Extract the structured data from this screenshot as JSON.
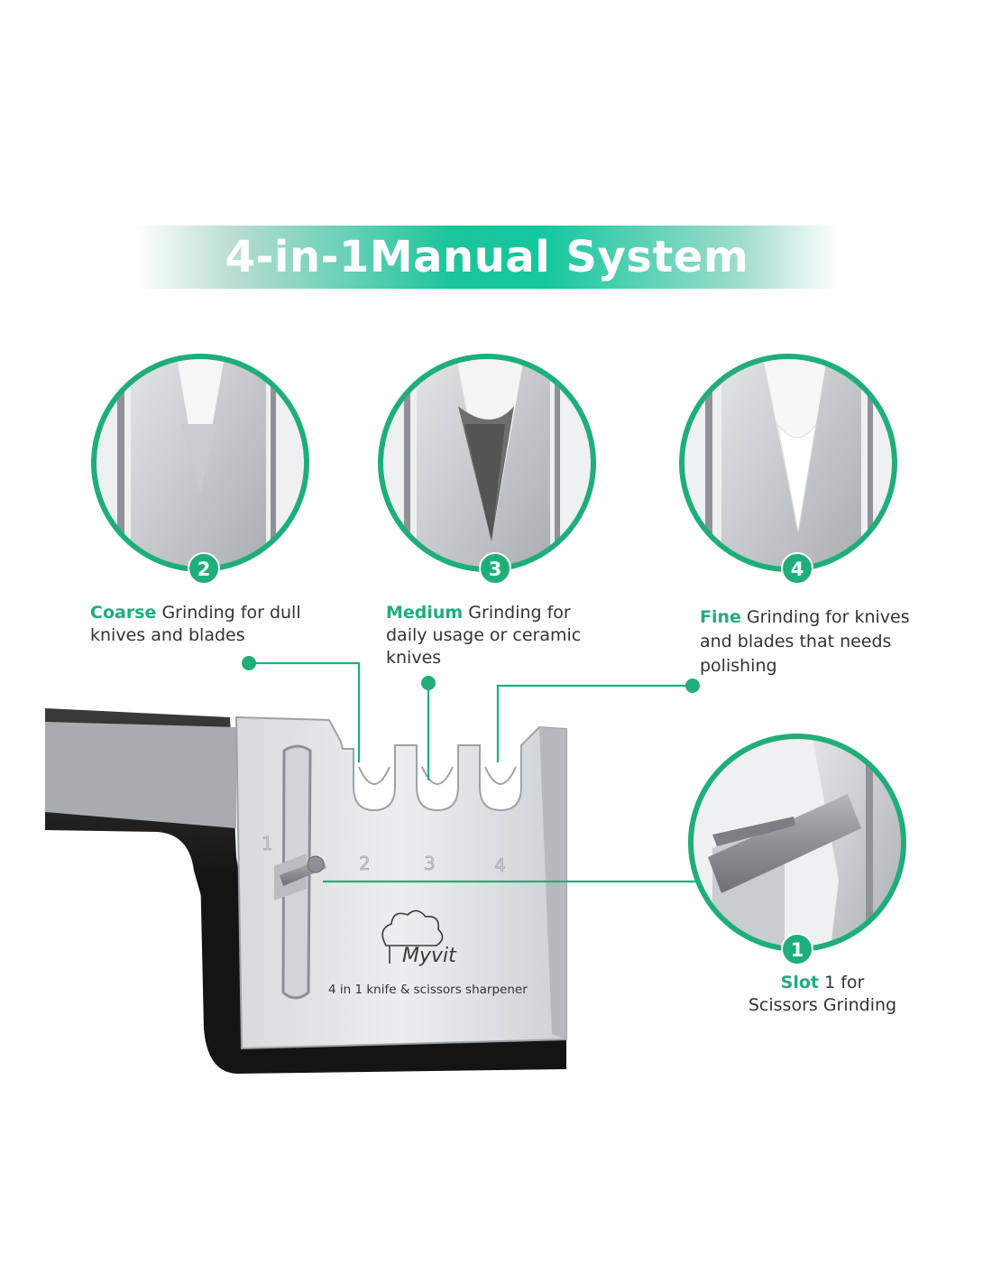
{
  "banner": {
    "title": "4-in-1Manual System"
  },
  "slots": [
    {
      "number": "2",
      "keyword": "Coarse",
      "text": "Grinding for dull\nknives and blades"
    },
    {
      "number": "3",
      "keyword": "Medium",
      "text": "Grinding for\ndaily usage or ceramic\nknives"
    },
    {
      "number": "4",
      "keyword": "Fine",
      "text": "Grinding for knives\nand blades that needs\npolishing"
    },
    {
      "number": "1",
      "keyword": "Slot",
      "text": "1 for\nScissors Grinding"
    }
  ],
  "product": {
    "brand": "Myvit",
    "model_text": "4 in 1 knife & scissors sharpener",
    "slot_labels": [
      "1",
      "2",
      "3",
      "4"
    ]
  },
  "colors": {
    "accent": "#1fae7a",
    "banner": "#14c79d",
    "steel": "#c3c6c9",
    "handle": "#1e1e1e"
  },
  "icons": {
    "chef_hat": "chef-hat-icon"
  }
}
